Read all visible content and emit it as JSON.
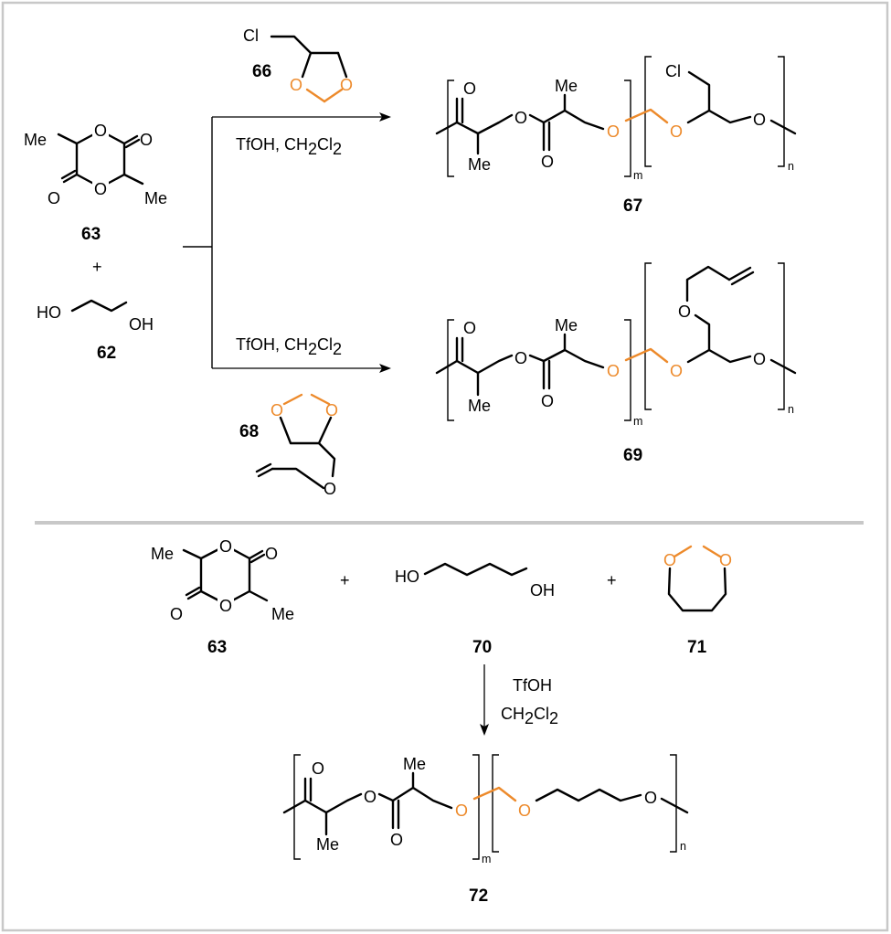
{
  "colors": {
    "frame": "#C8C8C8",
    "divider": "#C8C8C8",
    "highlight": "#ED8A2B"
  },
  "atoms": {
    "me": "Me",
    "o": "O",
    "ho": "HO",
    "oh": "OH",
    "cl": "Cl"
  },
  "compounds": {
    "lactide": "63",
    "ethylene_glycol": "62",
    "chloromethyl_dioxolane": "66",
    "allyloxy_dioxolane": "68",
    "product_chloro": "67",
    "product_allyl": "69",
    "butanediol": "70",
    "dioxepane": "71",
    "product_butyl": "72"
  },
  "signs": {
    "plus": "+"
  },
  "conditions": {
    "reaction1": {
      "reagent": "TfOH, CH",
      "sub1": "2",
      "mid": "Cl",
      "sub2": "2"
    },
    "reaction2": {
      "reagent": "TfOH, CH",
      "sub1": "2",
      "mid": "Cl",
      "sub2": "2"
    },
    "reaction3": {
      "line1": "TfOH",
      "line2": "CH",
      "sub1": "2",
      "mid": "Cl",
      "sub2": "2"
    }
  },
  "repeat_indices": {
    "m": "m",
    "n": "n"
  }
}
